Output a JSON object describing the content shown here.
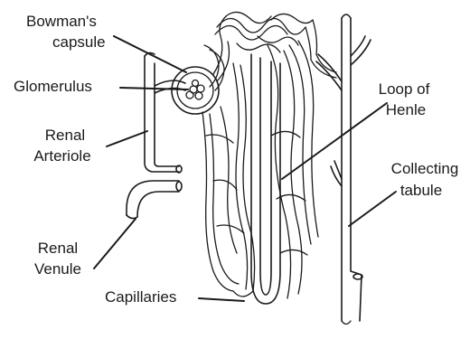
{
  "labels": {
    "bowmans_capsule_line1": "Bowman's",
    "bowmans_capsule_line2": "capsule",
    "glomerulus": "Glomerulus",
    "renal_arteriole_line1": "Renal",
    "renal_arteriole_line2": "Arteriole",
    "renal_venule_line1": "Renal",
    "renal_venule_line2": "Venule",
    "capillaries": "Capillaries",
    "loop_of_henle_line1": "Loop of",
    "loop_of_henle_line2": "Henle",
    "collecting_tubule_line1": "Collecting",
    "collecting_tubule_line2": "tabule"
  }
}
